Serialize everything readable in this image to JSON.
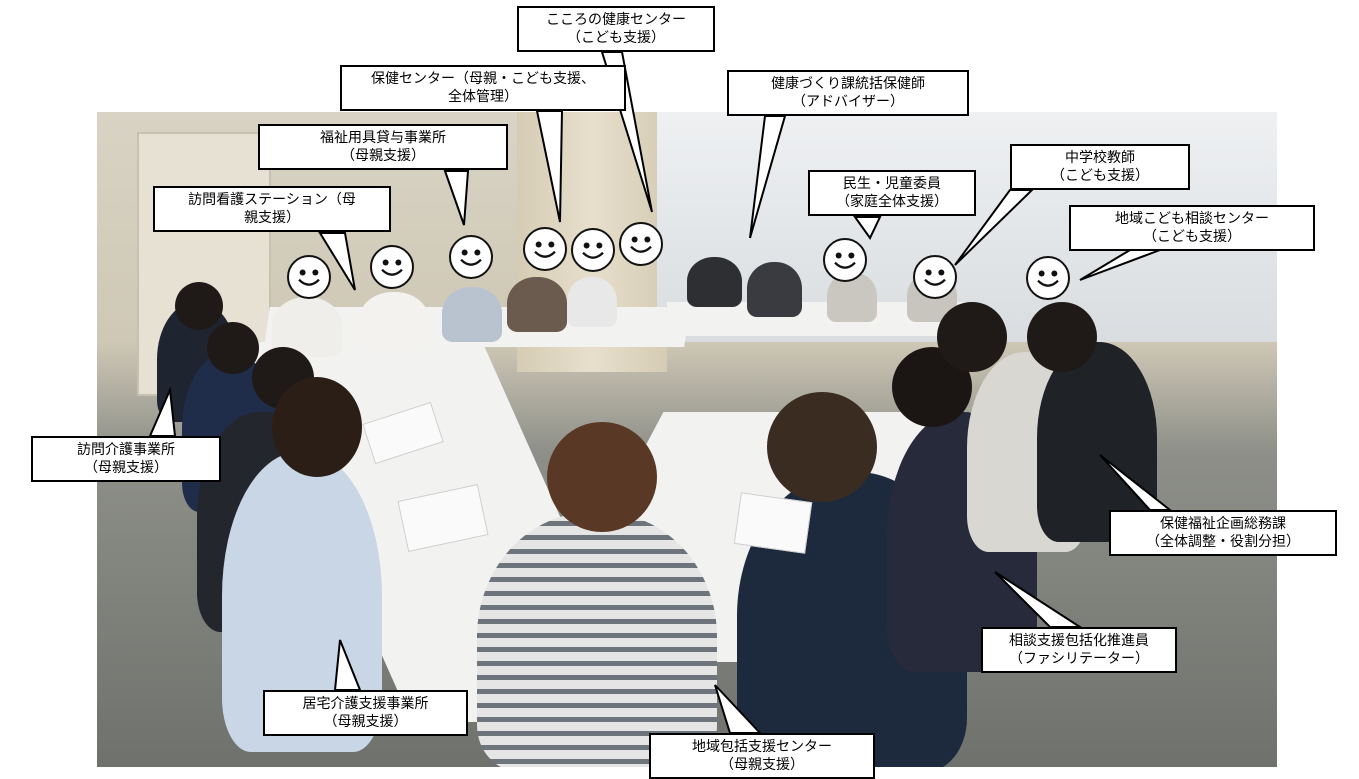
{
  "callouts": [
    {
      "id": "kokoro",
      "line1": "こころの健康センター",
      "line2": "（こども支援）"
    },
    {
      "id": "hoken-center",
      "line1": "保健センター（母親・こども支援、",
      "line2": "全体管理）"
    },
    {
      "id": "kenkou-zukuri",
      "line1": "健康づくり課統括保健師",
      "line2": "（アドバイザー）"
    },
    {
      "id": "fukushi-yougu",
      "line1": "福祉用具貸与事業所",
      "line2": "（母親支援）"
    },
    {
      "id": "houmon-kango",
      "line1": "訪問看護ステーション（母",
      "line2": "親支援）"
    },
    {
      "id": "minsei",
      "line1": "民生・児童委員",
      "line2": "（家庭全体支援）"
    },
    {
      "id": "chugakkou",
      "line1": "中学校教師",
      "line2": "（こども支援）"
    },
    {
      "id": "chiiki-kodomo",
      "line1": "地域こども相談センター",
      "line2": "（こども支援）"
    },
    {
      "id": "houmon-kaigo",
      "line1": "訪問介護事業所",
      "line2": "（母親支援）"
    },
    {
      "id": "hoken-fukushi",
      "line1": "保健福祉企画総務課",
      "line2": "（全体調整・役割分担）"
    },
    {
      "id": "soudan-shien",
      "line1": "相談支援包括化推進員",
      "line2": "（ファシリテーター）"
    },
    {
      "id": "kyotaku-kaigo",
      "line1": "居宅介護支援事業所",
      "line2": "（母親支援）"
    },
    {
      "id": "chiiki-houkatsu",
      "line1": "地域包括支援センター",
      "line2": "（母親支援）"
    }
  ],
  "icons": {
    "face": "smiley-face-icon"
  }
}
